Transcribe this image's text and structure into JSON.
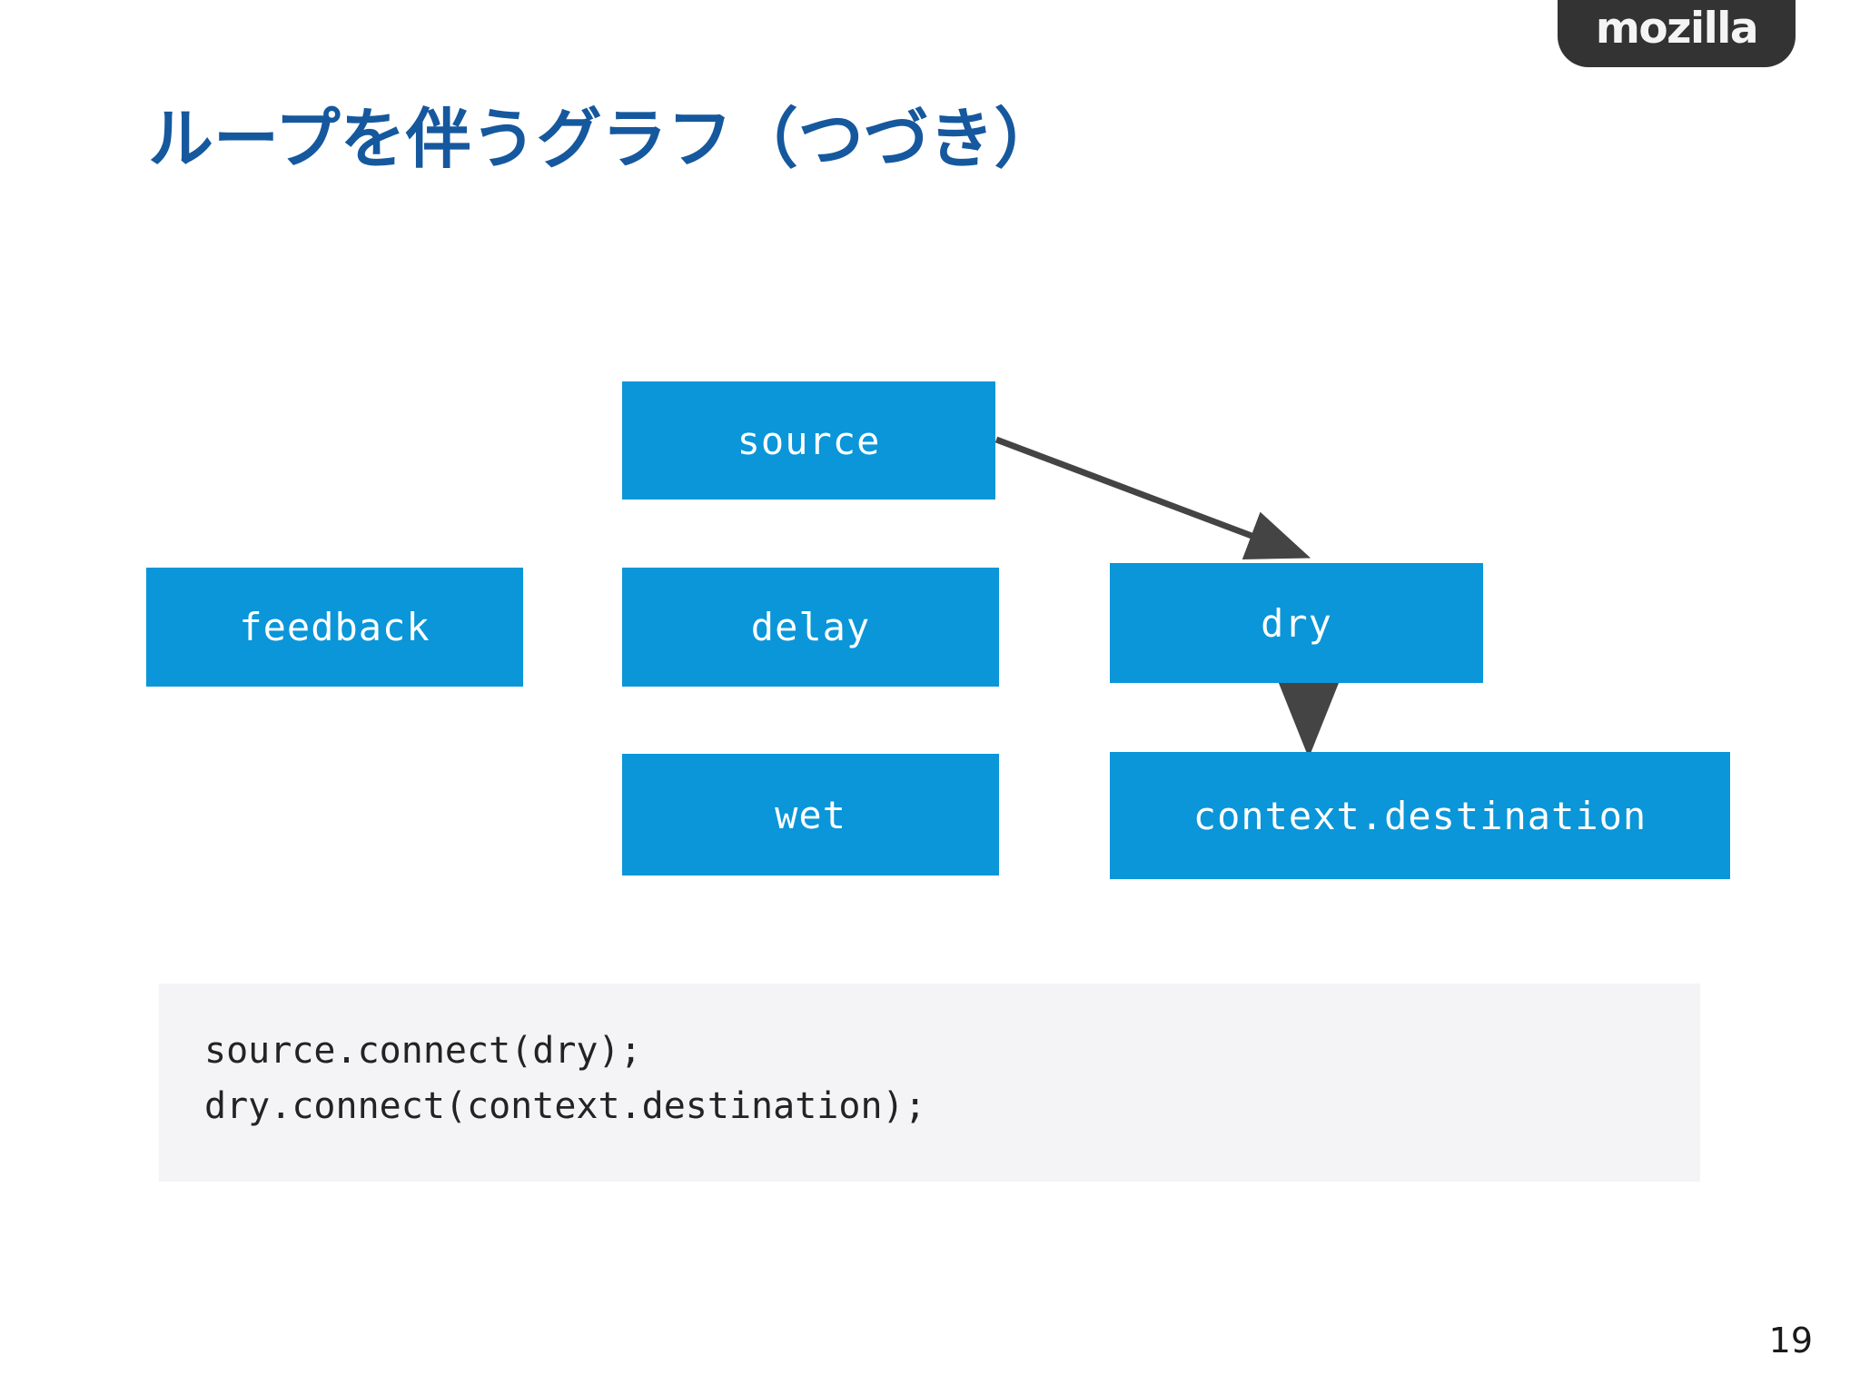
{
  "slide": {
    "title": "ループを伴うグラフ（つづき）",
    "page_number": "19",
    "title_color": "#15589e",
    "node_color": "#0a96d8",
    "edge_color": "#444444",
    "code_bg_color": "#f4f3f5"
  },
  "brand": {
    "logo_text": "mozilla",
    "logo_bg": "#333333"
  },
  "diagram": {
    "nodes": [
      {
        "id": "source",
        "label": "source"
      },
      {
        "id": "feedback",
        "label": "feedback"
      },
      {
        "id": "delay",
        "label": "delay"
      },
      {
        "id": "dry",
        "label": "dry"
      },
      {
        "id": "wet",
        "label": "wet"
      },
      {
        "id": "destination",
        "label": "context.destination"
      }
    ],
    "edges": [
      {
        "from": "source",
        "to": "dry"
      },
      {
        "from": "dry",
        "to": "destination"
      }
    ]
  },
  "code": {
    "lines": [
      "source.connect(dry);",
      "dry.connect(context.destination);"
    ]
  }
}
